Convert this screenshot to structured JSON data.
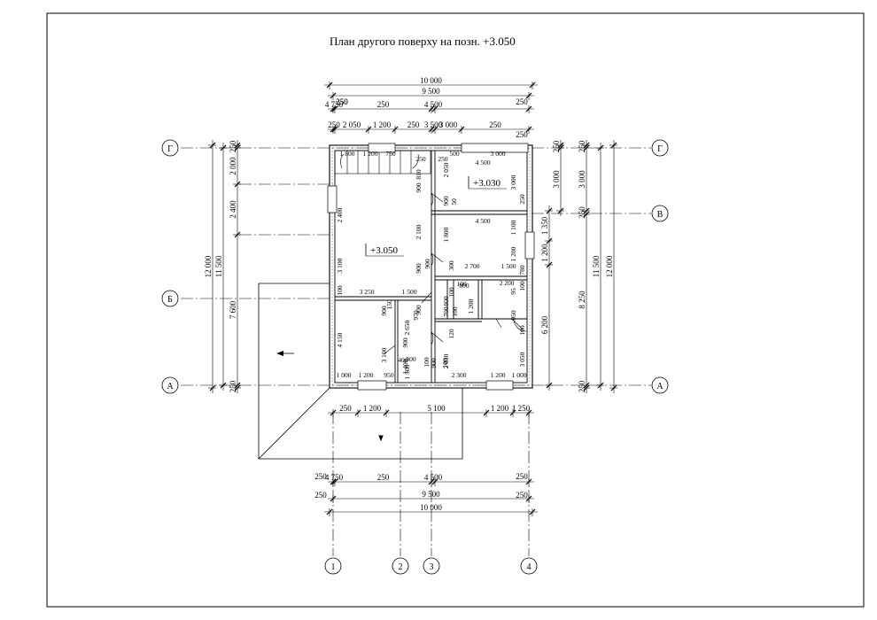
{
  "title": "План другого поверху на позн. +3.050",
  "levels": [
    "+3.030",
    "+3.050"
  ],
  "axes": {
    "letters": [
      "Г",
      "В",
      "Б",
      "А"
    ],
    "numbers": [
      "1",
      "2",
      "3",
      "4"
    ]
  },
  "dims": {
    "top_total": "10 000",
    "top_inner": "9 500",
    "top_row1": [
      "250",
      "4 750",
      "250",
      "4 500",
      "250"
    ],
    "top_row2": [
      "250",
      "2 050",
      "1 200",
      "250",
      "3 500",
      "3 000",
      "250"
    ],
    "top_row3": "250",
    "bottom_row1": [
      "250",
      "1 200",
      "5 100",
      "1 200",
      "1 250"
    ],
    "bottom_row2": [
      "250",
      "4 750",
      "250",
      "4 500",
      "250"
    ],
    "bottom_inner": "9 500",
    "bottom_total": "10 000",
    "left_outer": "12 000",
    "left_inner": "11 500",
    "left_segments": [
      "250",
      "2 000",
      "2 400",
      "7 600",
      "250"
    ],
    "right_outer": "12 000",
    "right_inner": "11 500",
    "right_segments": [
      "250",
      "3 000",
      "250",
      "1 350",
      "1 200",
      "6 200",
      "8 250",
      "250",
      "250",
      "3 000"
    ],
    "interior": [
      "1 800",
      "1 200",
      "750",
      "500",
      "3 000",
      "4 500",
      "2 050",
      "250",
      "250",
      "900",
      "810",
      "900",
      "50",
      "3 000",
      "250",
      "2 400",
      "4 500",
      "1 800",
      "1 100",
      "2 100",
      "1 200",
      "3 100",
      "900",
      "900",
      "1 500",
      "2 700",
      "300",
      "780",
      "100",
      "3 250",
      "1 500",
      "2 200",
      "100",
      "800",
      "100",
      "95",
      "100",
      "700",
      "800",
      "1 200",
      "100",
      "900",
      "150",
      "900",
      "950",
      "120",
      "2 650",
      "900",
      "970",
      "100",
      "4 150",
      "3 100",
      "1 400",
      "800",
      "400",
      "1 500",
      "2 030",
      "3 050",
      "900",
      "1 000",
      "1 200",
      "950",
      "2 300",
      "1 200",
      "1 000",
      "100",
      "100"
    ]
  }
}
